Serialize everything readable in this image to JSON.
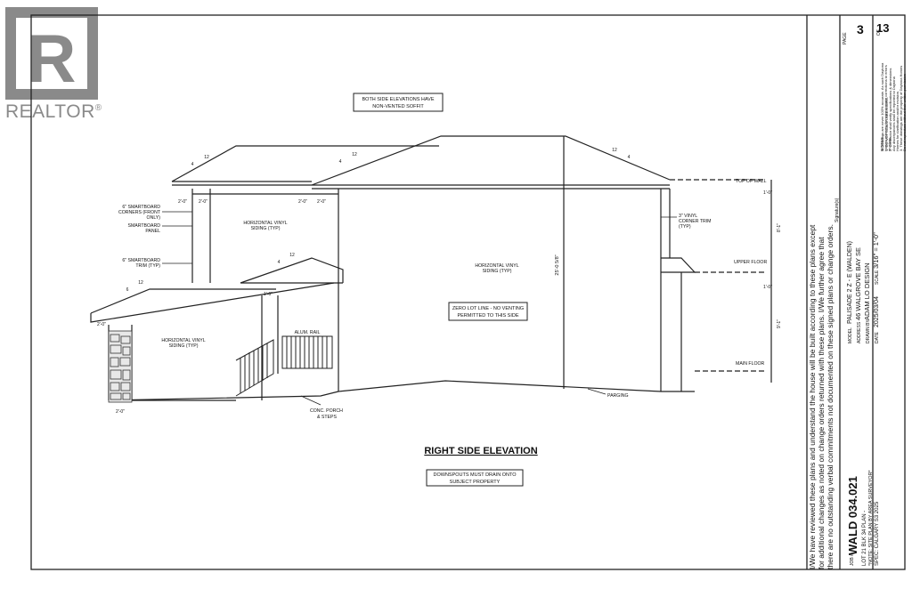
{
  "brand": {
    "mark": "R",
    "word": "REALTOR",
    "reg": "®"
  },
  "drawing": {
    "title": "RIGHT SIDE ELEVATION",
    "note_soffit": [
      "BOTH SIDE ELEVATIONS HAVE",
      "NON-VENTED SOFFIT"
    ],
    "note_zero_lot": [
      "ZERO LOT LINE - NO VENTING",
      "PERMITTED TO THIS SIDE"
    ],
    "note_downspouts": [
      "DOWNSPOUTS MUST DRAIN ONTO",
      "SUBJECT PROPERTY"
    ],
    "callouts": {
      "smartboard_corners": [
        "6\" SMARTBOARD",
        "CORNERS (FRONT",
        "ONLY)"
      ],
      "smartboard_panel": [
        "SMARTBOARD",
        "PANEL"
      ],
      "smartboard_trim": [
        "6\" SMARTBOARD",
        "TRIM (TYP)"
      ],
      "vinyl_corner_trim": [
        "3\" VINYL",
        "CORNER TRIM",
        "(TYP)"
      ],
      "siding_upper_left": [
        "HORIZONTAL VINYL",
        "SIDING (TYP)"
      ],
      "siding_main": [
        "HORIZONTAL VINYL",
        "SIDING (TYP)"
      ],
      "siding_lower_left": [
        "HORIZONTAL VINYL",
        "SIDING (TYP)"
      ],
      "alum_rail": "ALUM. RAIL",
      "porch": [
        "CONC. PORCH",
        "& STEPS"
      ],
      "parging": "PARGING",
      "top_of_wall": "TOP OF WALL",
      "upper_floor": "UPPER FLOOR",
      "main_floor": "MAIN FLOOR"
    },
    "dims": {
      "eave_a": "2'-0\"",
      "eave_b": "2'-0\"",
      "eave_c": "2'-0\"",
      "eave_d": "2'-0\"",
      "eave_porch": "2'-0\"",
      "eave_bottom": "2'-0\"",
      "height": "25'-0 5/8\"",
      "upper_height": "8'-1\"",
      "main_height": "9'-1\"",
      "floor_a": "1'-0\"",
      "floor_b": "1'-0\"",
      "step": "1'-6\"",
      "pitch": "12",
      "pitch_rise": "4",
      "pitch_rise_small": "6"
    }
  },
  "title_block": {
    "agreement": [
      "I/We have reviewed these plans and understand the house will be built according to these plans except",
      "for additional changes as noted on change orders returned with these plans. I/We further agree that",
      "there are no outstanding verbal commitments not documented on these signed plans or change orders."
    ],
    "signature_label": "Signature(s)",
    "job_label": "JOB #",
    "job_number": "WALD 034.021",
    "lot_line": "LOT  21   BLK  34   PLAN -",
    "note_site": "*NOTE: SITE PLAN BY AREA SURVEYOR*",
    "spec": "SPEC: CALGARY S3 2025",
    "model_label": "MODEL",
    "model_value": "PALISADE 2 Z - E (WALDEN)",
    "address_label": "ADDRESS",
    "address_value": "46 WALGROVE BAY SE",
    "drawn_label": "DRAWN BY",
    "drawn_value": "ADAM LO DESIGN",
    "date_label": "DATE",
    "date_value": "2025/03/04",
    "scale_label": "SCALE",
    "scale_value": "3/16\" = 1'-0\"",
    "notes_header": "NOTES",
    "notes": [
      "1. DO NOT SCALE DIMENSIONS",
      "2. Contractor shall verify specifications & dimensions",
      "   Any discrepancies shall be reported to Daytona",
      "   Homes for clarification and/or revision.",
      "3. These drawings are the property of Daytona Homes",
      "   Do not reproduce without their written permission",
      "4. Drawings are never 100% accurate. As such Daytona",
      "   Homes reserves the right to make corrections to errors",
      "   on plans."
    ],
    "page_label": "PAGE",
    "page_number": "3",
    "of_label": "OF",
    "total_pages": "13"
  }
}
